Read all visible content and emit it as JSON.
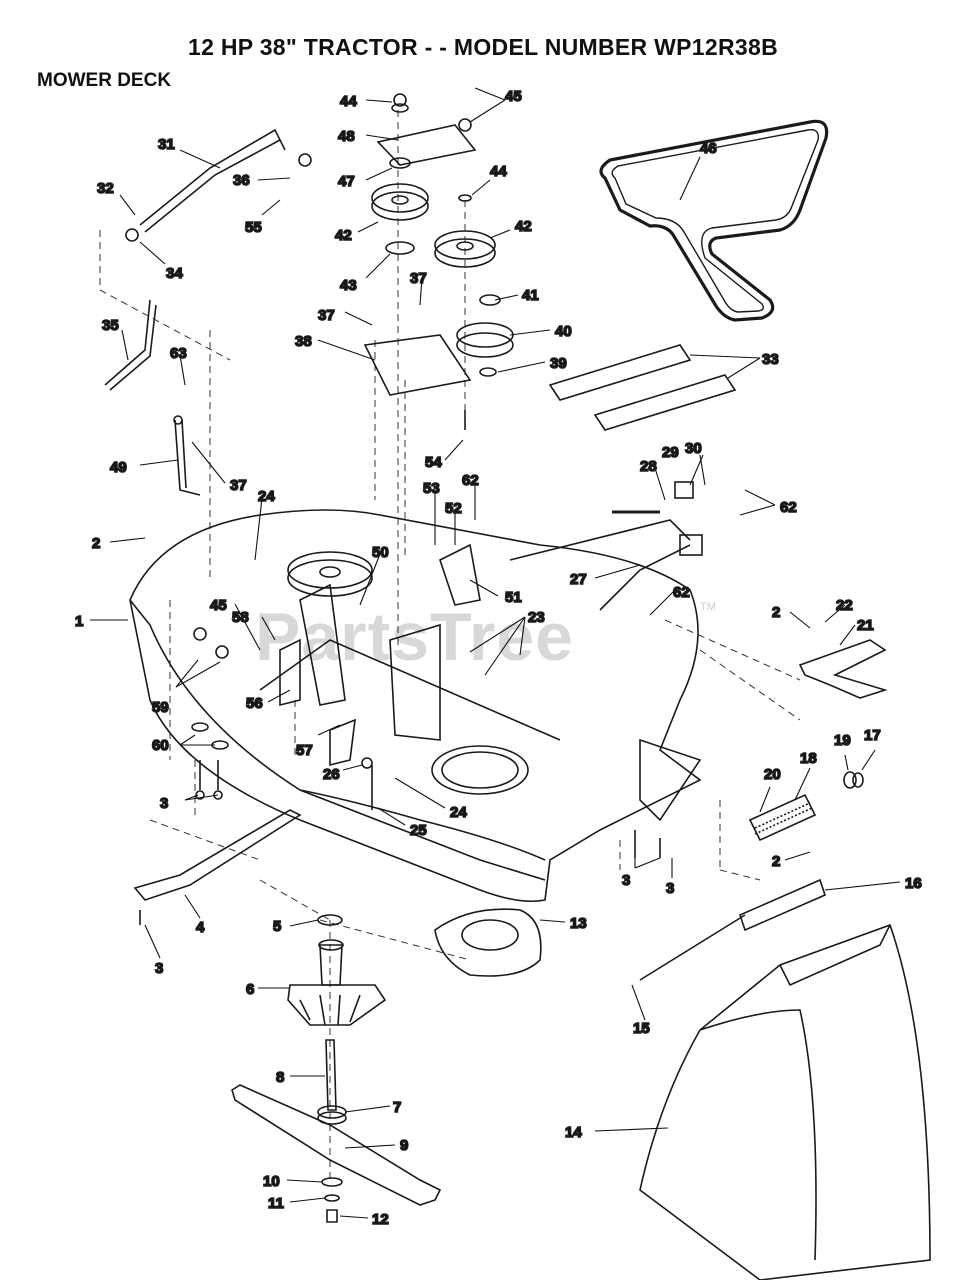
{
  "header": {
    "title": "12 HP 38\" TRACTOR - - MODEL NUMBER WP12R38B",
    "section": "MOWER DECK"
  },
  "watermark": {
    "text": "PartsTree",
    "tm": "TM"
  },
  "callouts": [
    {
      "id": "c44a",
      "text": "44"
    },
    {
      "id": "c45a",
      "text": "45"
    },
    {
      "id": "c48",
      "text": "48"
    },
    {
      "id": "c31",
      "text": "31"
    },
    {
      "id": "c36",
      "text": "36"
    },
    {
      "id": "c47",
      "text": "47"
    },
    {
      "id": "c44b",
      "text": "44"
    },
    {
      "id": "c32",
      "text": "32"
    },
    {
      "id": "c55",
      "text": "55"
    },
    {
      "id": "c46",
      "text": "46"
    },
    {
      "id": "c42a",
      "text": "42"
    },
    {
      "id": "c42b",
      "text": "42"
    },
    {
      "id": "c34",
      "text": "34"
    },
    {
      "id": "c43",
      "text": "43"
    },
    {
      "id": "c37a",
      "text": "37"
    },
    {
      "id": "c41",
      "text": "41"
    },
    {
      "id": "c37b",
      "text": "37"
    },
    {
      "id": "c35",
      "text": "35"
    },
    {
      "id": "c40",
      "text": "40"
    },
    {
      "id": "c38",
      "text": "38"
    },
    {
      "id": "c33",
      "text": "33"
    },
    {
      "id": "c63",
      "text": "63"
    },
    {
      "id": "c39",
      "text": "39"
    },
    {
      "id": "c54",
      "text": "54"
    },
    {
      "id": "c28",
      "text": "28"
    },
    {
      "id": "c29",
      "text": "29"
    },
    {
      "id": "c30",
      "text": "30"
    },
    {
      "id": "c49",
      "text": "49"
    },
    {
      "id": "c37c",
      "text": "37"
    },
    {
      "id": "c62a",
      "text": "62"
    },
    {
      "id": "c53",
      "text": "53"
    },
    {
      "id": "c24a",
      "text": "24"
    },
    {
      "id": "c52",
      "text": "52"
    },
    {
      "id": "c62b",
      "text": "62"
    },
    {
      "id": "c2a",
      "text": "2"
    },
    {
      "id": "c50",
      "text": "50"
    },
    {
      "id": "c51",
      "text": "51"
    },
    {
      "id": "c27",
      "text": "27"
    },
    {
      "id": "c62c",
      "text": "62"
    },
    {
      "id": "c45b",
      "text": "45"
    },
    {
      "id": "c58",
      "text": "58"
    },
    {
      "id": "c23",
      "text": "23"
    },
    {
      "id": "c2b",
      "text": "2"
    },
    {
      "id": "c22",
      "text": "22"
    },
    {
      "id": "c1",
      "text": "1"
    },
    {
      "id": "c21",
      "text": "21"
    },
    {
      "id": "c59",
      "text": "59"
    },
    {
      "id": "c56",
      "text": "56"
    },
    {
      "id": "c60",
      "text": "60"
    },
    {
      "id": "c57",
      "text": "57"
    },
    {
      "id": "c19",
      "text": "19"
    },
    {
      "id": "c17",
      "text": "17"
    },
    {
      "id": "c18",
      "text": "18"
    },
    {
      "id": "c20",
      "text": "20"
    },
    {
      "id": "c26",
      "text": "26"
    },
    {
      "id": "c3a",
      "text": "3"
    },
    {
      "id": "c24b",
      "text": "24"
    },
    {
      "id": "c25",
      "text": "25"
    },
    {
      "id": "c2c",
      "text": "2"
    },
    {
      "id": "c3b",
      "text": "3"
    },
    {
      "id": "c3c",
      "text": "3"
    },
    {
      "id": "c16",
      "text": "16"
    },
    {
      "id": "c4",
      "text": "4"
    },
    {
      "id": "c5",
      "text": "5"
    },
    {
      "id": "c13",
      "text": "13"
    },
    {
      "id": "c3d",
      "text": "3"
    },
    {
      "id": "c6",
      "text": "6"
    },
    {
      "id": "c15",
      "text": "15"
    },
    {
      "id": "c8",
      "text": "8"
    },
    {
      "id": "c7",
      "text": "7"
    },
    {
      "id": "c14",
      "text": "14"
    },
    {
      "id": "c9",
      "text": "9"
    },
    {
      "id": "c10",
      "text": "10"
    },
    {
      "id": "c11",
      "text": "11"
    },
    {
      "id": "c12",
      "text": "12"
    }
  ]
}
